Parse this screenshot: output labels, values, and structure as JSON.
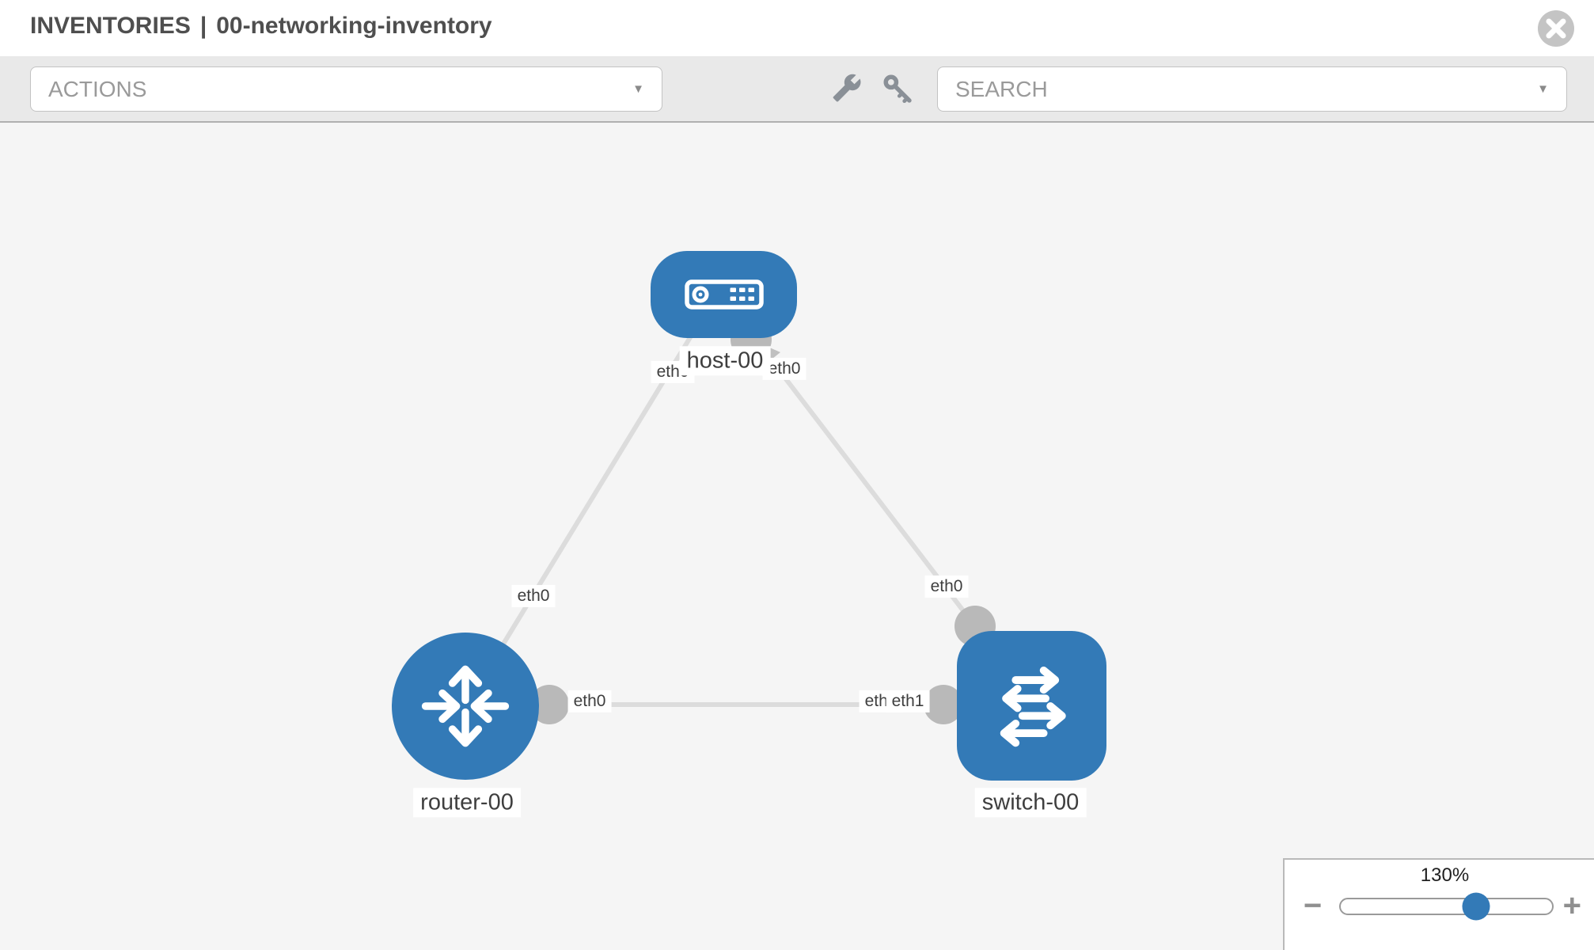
{
  "header": {
    "section": "INVENTORIES",
    "divider": "|",
    "inventory_name": "00-networking-inventory"
  },
  "toolbar": {
    "actions_label": "ACTIONS",
    "search_label": "SEARCH",
    "icon_buttons": [
      "wrench-icon",
      "key-icon"
    ]
  },
  "icons": {
    "caret_glyph": "▼",
    "close": "close-icon",
    "wrench": "wrench-icon",
    "key": "key-icon"
  },
  "colors": {
    "node_blue": "#337ab7",
    "link_gray": "#dcdcdc",
    "connector_gray": "#b9b9b9",
    "toolbar_gray": "#e9e9e9",
    "canvas_gray": "#f5f5f5"
  },
  "topology": {
    "nodes": [
      {
        "id": "host-00",
        "type": "host",
        "label": "host-00"
      },
      {
        "id": "router-00",
        "type": "router",
        "label": "router-00"
      },
      {
        "id": "switch-00",
        "type": "switch",
        "label": "switch-00"
      }
    ],
    "links": [
      {
        "from": "router-00",
        "to": "host-00",
        "from_interface": "eth0",
        "to_interface": "eth0"
      },
      {
        "from": "switch-00",
        "to": "host-00",
        "from_interface": "eth0",
        "to_interface": "eth0"
      },
      {
        "from": "router-00",
        "to": "switch-00",
        "from_interface": "eth0",
        "to_interface": "eth1",
        "to_interface_hidden": "eth0"
      }
    ]
  },
  "zoom_control": {
    "level": "130%",
    "minus_label": "−",
    "plus_label": "+"
  }
}
